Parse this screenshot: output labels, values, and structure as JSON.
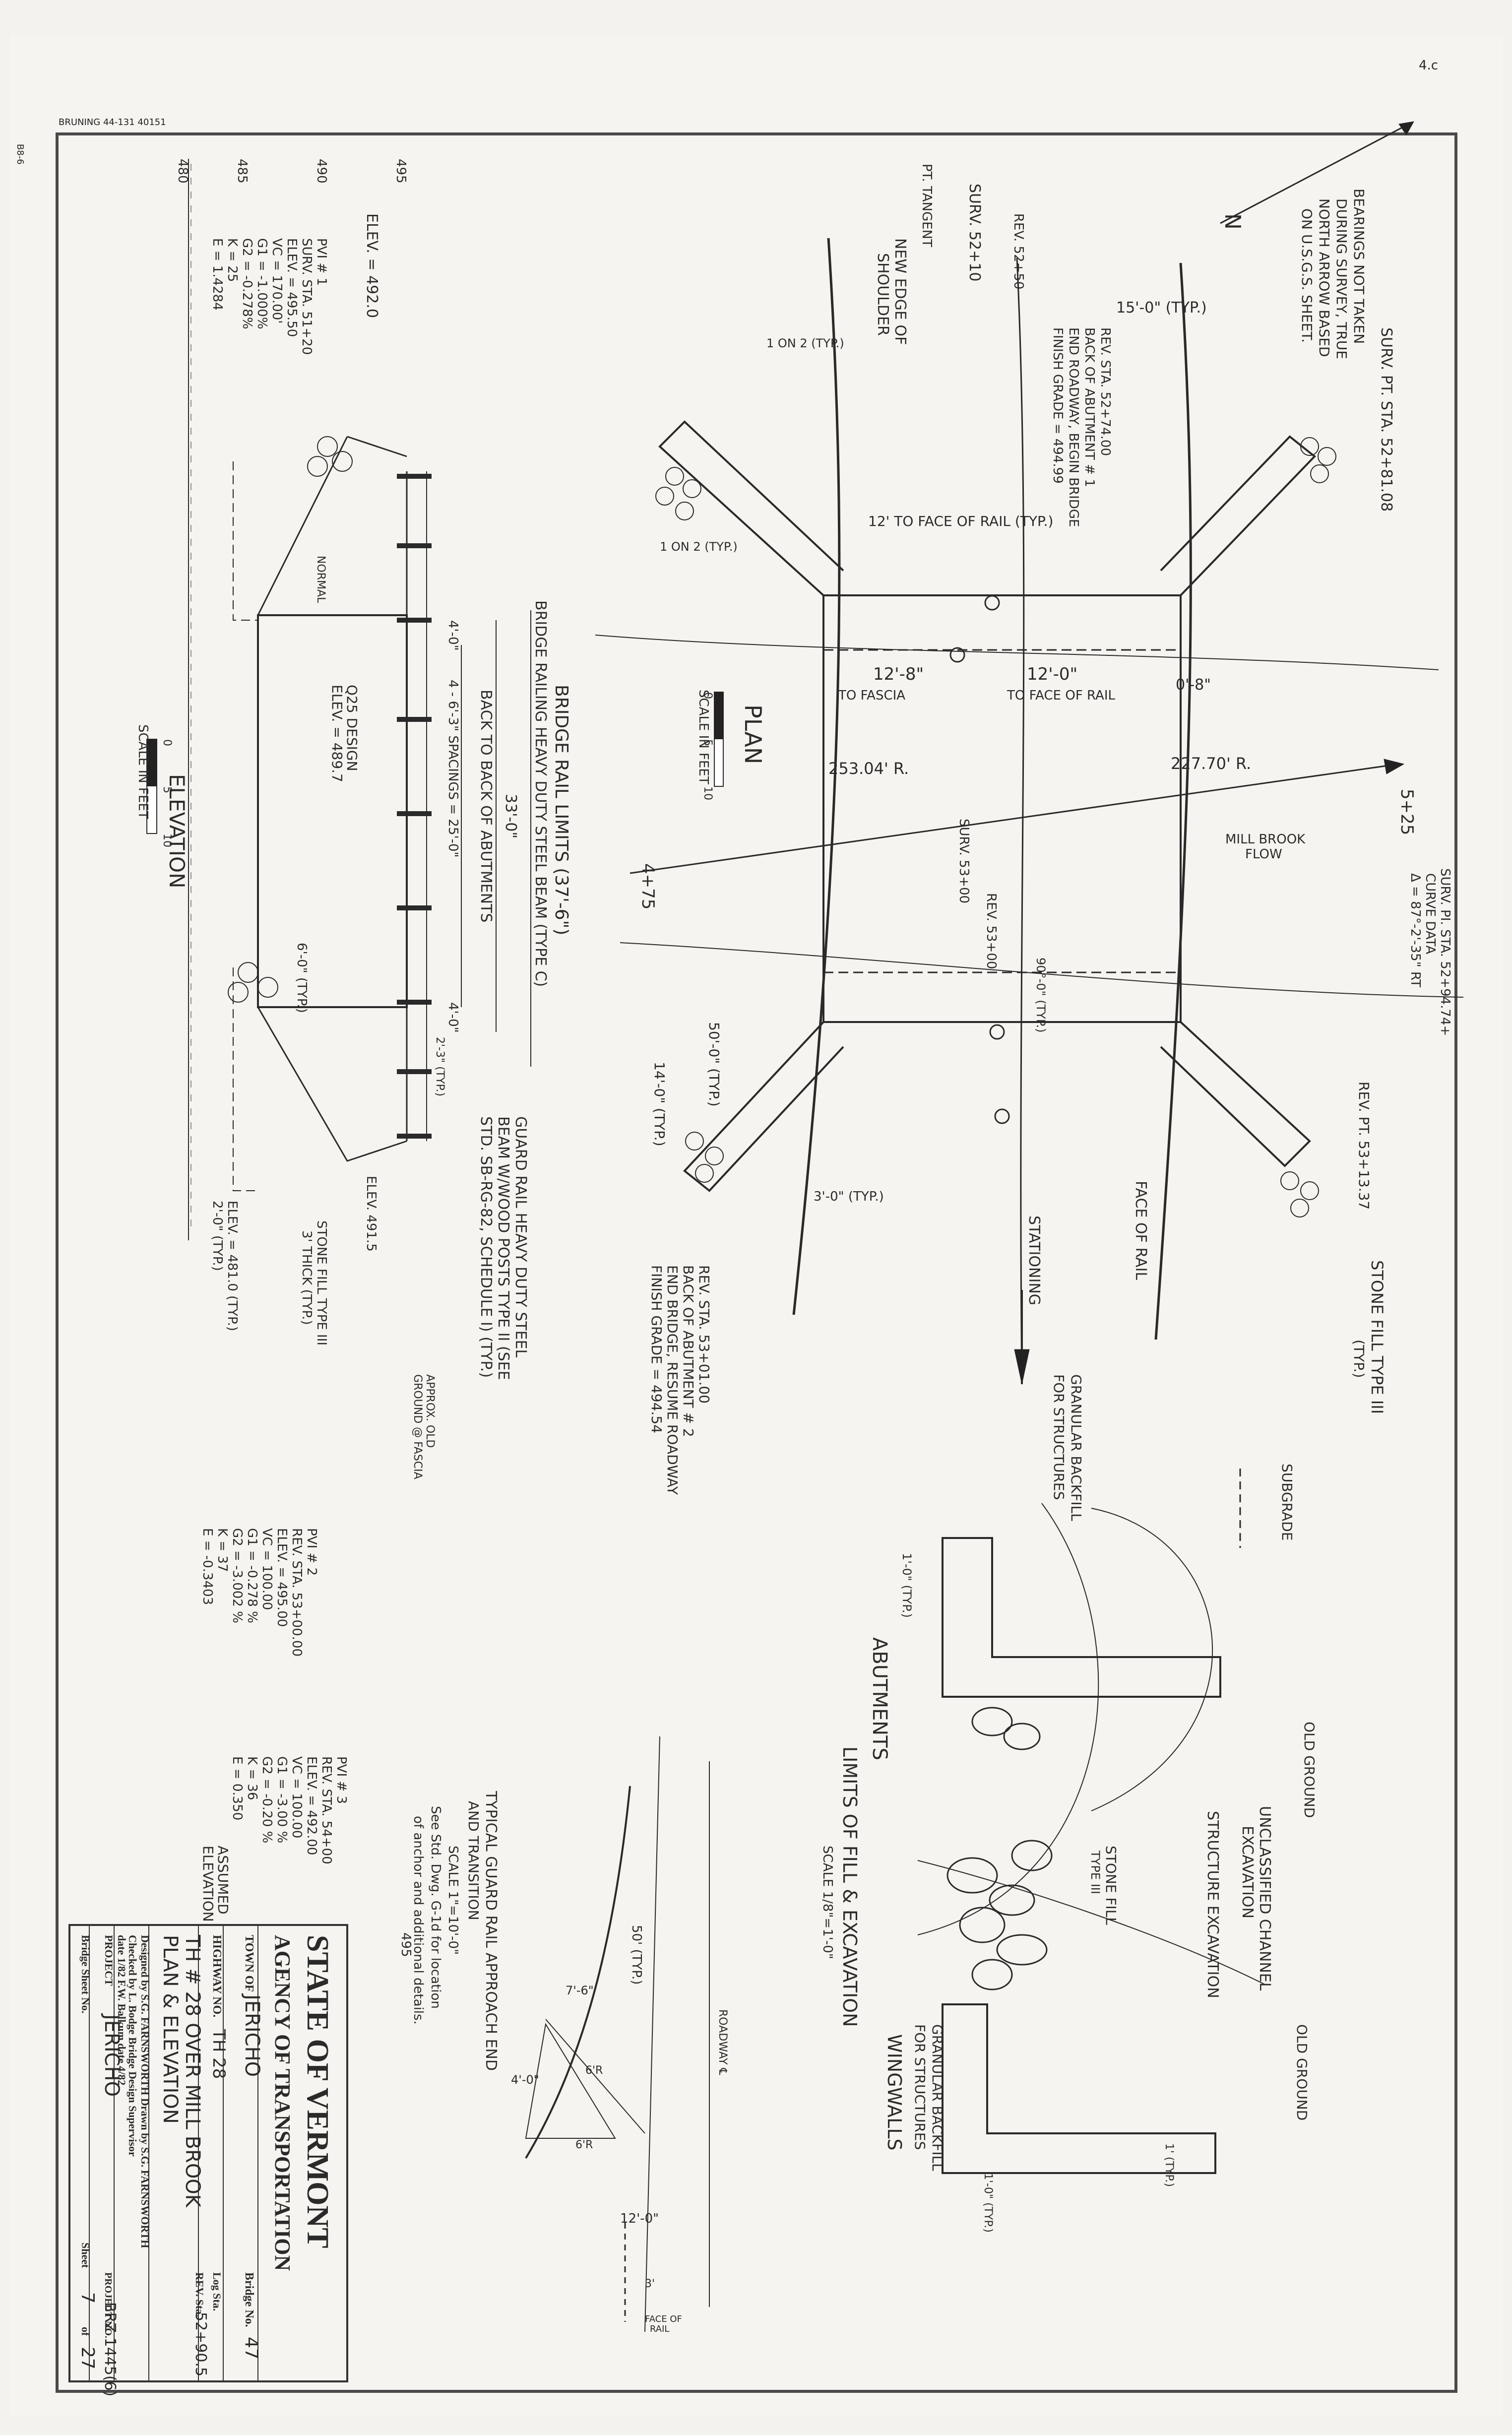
{
  "header": {
    "print_mark": "BRUNING 44-131 40151",
    "side_mark": "B8-6",
    "corner_mark": "4.c"
  },
  "plan": {
    "title": "PLAN",
    "scale_label": "SCALE IN FEET",
    "scale_ticks": [
      "0",
      "5",
      "10"
    ],
    "north_note": [
      "BEARINGS NOT TAKEN",
      "DURING SURVEY, TRUE",
      "NORTH ARROW BASED",
      "ON U.S.G.S. SHEET."
    ],
    "north_letter": "N",
    "surv_pt_top": "SURV. PT. STA. 52+81.08",
    "surv_pt_right": [
      "SURV. PI. STA. 52+94.74+",
      "CURVE DATA",
      "Δ = 87°-2'-35\" RT"
    ],
    "surv_top": "SURV. 52+10",
    "pt_tangent": "PT. TANGENT",
    "new_edge": [
      "NEW EDGE OF",
      "SHOULDER"
    ],
    "rev_52": "REV. 52+50",
    "abut1": [
      "REV. STA. 52+74.00",
      "BACK OF ABUTMENT # 1",
      "END ROADWAY, BEGIN BRIDGE",
      "FINISH GRADE = 494.99"
    ],
    "dim_15": "15'-0\" (TYP.)",
    "slope_1on2a": "1 ON 2 (TYP.)",
    "slope_1on2b": "1 ON 2 (TYP.)",
    "dim_12_face": "12' TO FACE OF RAIL (TYP.)",
    "dim_12_8": "12'-8\"",
    "to_fascia": "TO FASCIA",
    "dim_12_0": "12'-0\"",
    "to_face_rail": "TO FACE OF RAIL",
    "dim_0_8": "0'-8\"",
    "radius_253": "253.04' R.",
    "radius_227": "227.70' R.",
    "sta_5_25": "5+25",
    "sta_4_75": "4+75",
    "mill_brook": [
      "MILL BROOK",
      "FLOW"
    ],
    "surv_53": "SURV. 53+00",
    "rev_53": "REV. 53+00",
    "angle_90": "90°-0\" (TYP.)",
    "dim_50": "50'-0\" (TYP.)",
    "dim_14": "14'-0\" (TYP.)",
    "dim_3": "3'-0\" (TYP.)",
    "rev_pt": "REV. PT. 53+13.37",
    "abut2": [
      "REV. STA. 53+01.00",
      "BACK OF ABUTMENT # 2",
      "END BRIDGE, RESUME ROADWAY",
      "FINISH GRADE = 494.54"
    ],
    "stationing": "STATIONING",
    "face_of_rail": "FACE OF RAIL",
    "stone_fill": [
      "STONE FILL TYPE III",
      "(TYP.)"
    ]
  },
  "elevation": {
    "title": "ELEVATION",
    "scale_label": "SCALE IN FEET",
    "scale_ticks": [
      "0",
      "5",
      "10"
    ],
    "axis_ticks": [
      "495",
      "490",
      "485",
      "480"
    ],
    "elev_top": "ELEV. = 492.0",
    "pvi1": [
      "PVI # 1",
      "SURV. STA. 51+20",
      "ELEV. = 495.50",
      "VC = 170.00'",
      "G1 = -1.000%",
      "G2 = -0.278%",
      "K = 25",
      "E = 1.4284"
    ],
    "bridge_rail_limits": "BRIDGE RAIL LIMITS (37'-6\")",
    "bridge_railing": "BRIDGE RAILING HEAVY DUTY STEEL BEAM (TYPE C)",
    "dim_33": "33'-0\"",
    "back_to_back": "BACK TO BACK OF ABUTMENTS",
    "spacing": "4 - 6'-3\" SPACINGS = 25'-0\"",
    "dim_4_a": "4'-0\"",
    "dim_4_b": "4'-0\"",
    "dim_2_3": "2'-3\" (TYP.)",
    "q25": [
      "Q25 DESIGN",
      "ELEV. = 489.7"
    ],
    "normal": "NORMAL",
    "dim_6": "6'-0\" (TYP.)",
    "guard_rail": [
      "GUARD RAIL HEAVY DUTY STEEL",
      "BEAM W/WOOD POSTS TYPE II (SEE",
      "STD. SB-RG-82, SCHEDULE I) (TYP.)"
    ],
    "elev_4915": "ELEV. 491.5",
    "elev_4810": "ELEV. = 481.0 (TYP.)",
    "dim_2_0": "2'-0\" (TYP.)",
    "stone_fill3": [
      "STONE FILL TYPE III",
      "3' THICK (TYP.)"
    ],
    "approx_ground": [
      "APPROX. OLD",
      "GROUND @ FASCIA"
    ],
    "pvi2": [
      "PVI # 2",
      "REV. STA. 53+00.00",
      "ELEV. = 495.00",
      "VC = 100.00",
      "G1 = -0.278 %",
      "G2 = -3.002 %",
      "K = 37",
      "E = -0.3403"
    ],
    "pvi3": [
      "PVI # 3",
      "REV. STA. 54+00",
      "ELEV. = 492.00",
      "VC = 100.00",
      "G1 = -3.00 %",
      "G2 = -0.20 %",
      "K = 36",
      "E = 0.350"
    ],
    "axis2_ticks": [
      "495",
      "490",
      "485",
      "480"
    ],
    "assumed": [
      "ASSUMED",
      "ELEVATION"
    ]
  },
  "abutments": {
    "subgrade": "SUBGRADE",
    "granular": [
      "GRANULAR BACKFILL",
      "FOR STRUCTURES"
    ],
    "dim_1_0": "1'-0\" (TYP.)",
    "title": "ABUTMENTS",
    "limits": "LIMITS OF FILL & EXCAVATION",
    "scale": "SCALE 1/8\"=1'-0\"",
    "old_ground": "OLD GROUND",
    "unclassified": [
      "UNCLASSIFIED CHANNEL",
      "EXCAVATION"
    ],
    "structure_exc": "STRUCTURE EXCAVATION",
    "stone_fill": [
      "STONE FILL",
      "TYPE III"
    ],
    "old_ground2": "OLD GROUND",
    "granular2": [
      "GRANULAR BACKFILL",
      "FOR STRUCTURES"
    ],
    "wingwalls": "WINGWALLS",
    "dim_1_0b": "1'-0\" (TYP.)",
    "dim_1_b": "1' (TYP.)"
  },
  "guard_rail_detail": {
    "title": [
      "TYPICAL GUARD RAIL APPROACH END",
      "AND TRANSITION"
    ],
    "scale": "SCALE 1\"=10'-0\"",
    "note": [
      "See Std. Dwg. G-1d for location",
      "of anchor and additional details."
    ],
    "roadway": "ROADWAY ℄",
    "dim_50": "50' (TYP.)",
    "dim_7": "7'-6\"",
    "dim_4": "4'-0\"",
    "dim_12": "12'-0\"",
    "dim_3": "3'",
    "face_rail": [
      "FACE OF",
      "RAIL"
    ],
    "r_labels": [
      "6'R",
      "6'R"
    ]
  },
  "title_block": {
    "state": "STATE OF VERMONT",
    "agency": "AGENCY OF TRANSPORTATION",
    "town_label": "TOWN OF",
    "town": "JERICHO",
    "bridge_no_label": "Bridge No.",
    "bridge_no": "47",
    "highway_label": "HIGHWAY NO.",
    "highway": "TH 28",
    "log_sta_label": "Log Sta.",
    "rev_sta_label": "REV. Sta.",
    "rev_sta": "52+90.5",
    "description": [
      "TH # 28 OVER MILL BROOK",
      "PLAN & ELEVATION"
    ],
    "designed": "Designed by S.G. FARNSWORTH  Drawn by S.G. FARNSWORTH",
    "checked": "Checked by L. Bodge  Bridge Design Supervisor",
    "date_line": "date 1/82  F.W. Balkum  date 4/82",
    "project_label": "PROJECT",
    "project_no_label": "PROJECT NO.",
    "project_no": "BRZ 1445(6)",
    "project_name": "JERICHO",
    "sheet_label": "Bridge Sheet No.",
    "sheet_word": "Sheet",
    "sheet": "7",
    "of_word": "of",
    "total": "27"
  }
}
